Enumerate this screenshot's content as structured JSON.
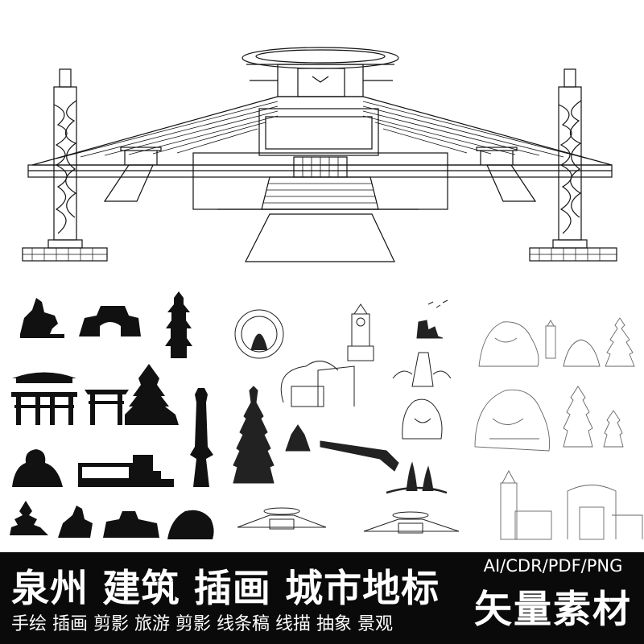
{
  "banner": {
    "title": "泉州 建筑 插画 城市地标",
    "subtitle": "手绘 插画 剪影 旅游 剪影 线条稿 线描 抽象 景观",
    "formats": "AI/CDR/PDF/PNG",
    "vector_label": "矢量素材"
  },
  "colors": {
    "ink": "#0a0a0a",
    "paper": "#ffffff",
    "sketch": "#555555"
  },
  "icons": [
    "stadium-illustration",
    "dragon-pillar-icon",
    "horse-statue-icon",
    "city-gate-icon",
    "pagoda-icon",
    "archway-icon",
    "torii-gate-icon",
    "clock-tower-icon",
    "seated-buddha-icon",
    "sailboat-icon"
  ]
}
